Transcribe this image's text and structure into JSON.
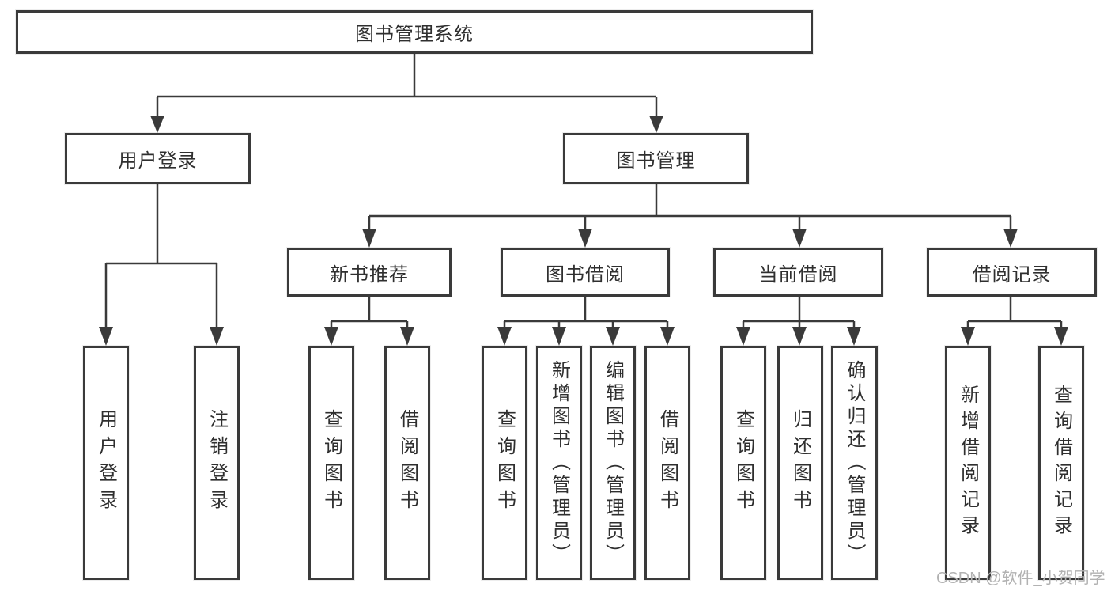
{
  "diagram_title": "图书管理系统",
  "watermark": "CSDN @软件_小贺同学",
  "colors": {
    "line": "#3a3a3a",
    "border": "#3a3a3a",
    "text": "#2f2f2f",
    "watermark": "#b2b2b2",
    "background": "#ffffff"
  },
  "nodes": {
    "root": "图书管理系统",
    "user_login": "用户登录",
    "book_management": "图书管理",
    "new_book_recommend": "新书推荐",
    "book_borrow": "图书借阅",
    "current_borrow": "当前借阅",
    "borrow_record": "借阅记录",
    "leaf_user_login": "用户登录",
    "leaf_logout": "注销登录",
    "leaf_rec_query_book": "查询图书",
    "leaf_rec_borrow_book": "借阅图书",
    "leaf_bor_query_book": "查询图书",
    "leaf_bor_add_book": "新增图书（管理员）",
    "leaf_bor_edit_book": "编辑图书（管理员）",
    "leaf_bor_borrow_book": "借阅图书",
    "leaf_cur_query_book": "查询图书",
    "leaf_cur_return_book": "归还图书",
    "leaf_cur_confirm_return": "确认归还（管理员）",
    "leaf_log_add_record": "新增借阅记录",
    "leaf_log_query_record": "查询借阅记录"
  }
}
